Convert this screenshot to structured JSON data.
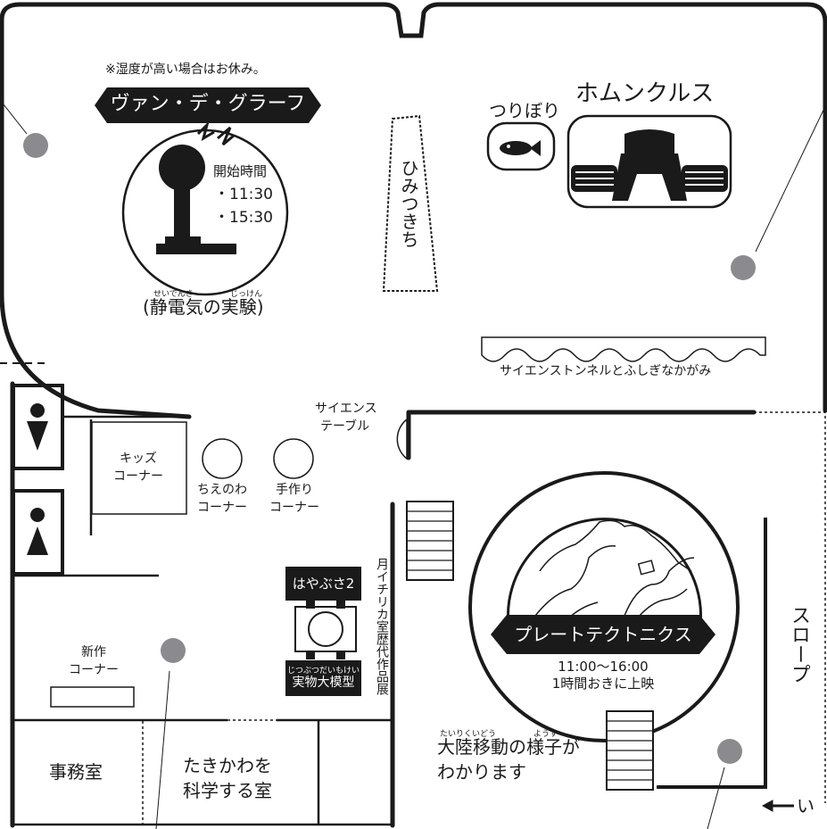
{
  "colors": {
    "ink": "#1a1a1a",
    "paper": "#ffffff",
    "marker": "#8a8a8f"
  },
  "van_de_graaff": {
    "note": "※湿度が高い場合はお休み。",
    "title": "ヴァン・デ・グラーフ",
    "times_label": "開始時間",
    "times": [
      "・11:30",
      "・15:30"
    ],
    "ruby_left": "せいでんき",
    "ruby_right": "じっけん",
    "caption": "(静電気の実験)",
    "icon": "van-de-graaff-generator-icon"
  },
  "himitsukichi": {
    "label": "ひみつきち"
  },
  "tsuribori": {
    "label": "つりぼり",
    "icon": "fish-icon"
  },
  "homunculus": {
    "label": "ホムンクルス",
    "icon": "homunculus-icon"
  },
  "science_tunnel": {
    "label": "サイエンストンネルとふしぎなかがみ"
  },
  "science_table": {
    "line1": "サイエンス",
    "line2": "テーブル"
  },
  "kids_corner": {
    "line1": "キッズ",
    "line2": "コーナー"
  },
  "chienowa": {
    "line1": "ちえのわ",
    "line2": "コーナー"
  },
  "handmade": {
    "line1": "手作り",
    "line2": "コーナー"
  },
  "hayabusa": {
    "title": "はやぶさ2",
    "ruby": "じつぶつだいもけい",
    "caption": "実物大模型"
  },
  "monthly_exhibit": {
    "label": "月イチリカ室歴代作品展"
  },
  "new_works": {
    "line1": "新作",
    "line2": "コーナー"
  },
  "office": {
    "label": "事務室"
  },
  "takikawa_room": {
    "line1": "たきかわを",
    "line2": "科学する室"
  },
  "plate_tectonics": {
    "title": "プレートテクトニクス",
    "time": "11:00〜16:00",
    "interval": "1時間おきに上映",
    "ruby_left": "たいりくいどう",
    "ruby_right": "ようす",
    "desc_line1": "大陸移動の様子が",
    "desc_line2": "わかります"
  },
  "slope": {
    "label": "スロープ"
  },
  "entrance": {
    "label": "← い"
  },
  "restrooms": {
    "male_icon": "male-restroom-icon",
    "female_icon": "female-restroom-icon"
  }
}
